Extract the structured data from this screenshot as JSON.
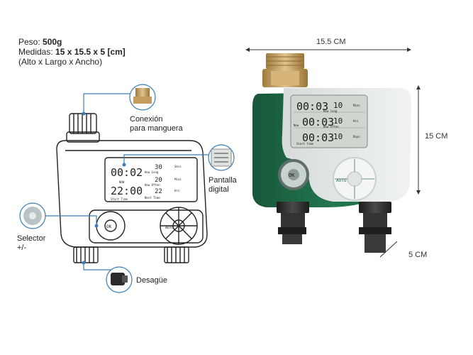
{
  "specs": {
    "weight_label": "Peso:",
    "weight_value": "500g",
    "measures_label": "Medidas:",
    "measures_value": "15 x 15.5 x 5 [cm]",
    "measures_order": "(Alto x Largo x Ancho)"
  },
  "callouts": {
    "hose_connection": "Conexión\npara manguera",
    "display": "Pantalla\ndigital",
    "selector": "Selector\n+/-",
    "drain": "Desagüe"
  },
  "dimensions": {
    "width": "15.5 CM",
    "height": "15 CM",
    "depth": "5 CM"
  },
  "sketch_lcd": {
    "rows": [
      {
        "time": "00:02",
        "value": "30",
        "unit": "Secs",
        "caption": "How Long"
      },
      {
        "time": "",
        "value": "20",
        "unit": "Mins",
        "caption": "How Often"
      },
      {
        "time": "22:00",
        "value": "22",
        "unit": "Hrs",
        "caption": "Next Time"
      }
    ],
    "now": "NOW",
    "start": "Start Time",
    "ok": "OK",
    "auto": "AUTO"
  },
  "photo_lcd": {
    "rows": [
      {
        "time": "00:03",
        "value": "10",
        "caption": "How long",
        "unit": "Mins"
      },
      {
        "time": "00:03",
        "value": "10",
        "caption": "How often",
        "unit": "Hrs",
        "side": "Now"
      },
      {
        "time": "00:03",
        "value": "10",
        "caption": "Start time",
        "unit": "Days"
      }
    ],
    "ok": "OK",
    "auto": "AUTO"
  },
  "colors": {
    "green": "#1f6b47",
    "light_body": "#e3e7e8",
    "brass": "#c8a56a",
    "callout_blue": "#3b7fb6"
  }
}
